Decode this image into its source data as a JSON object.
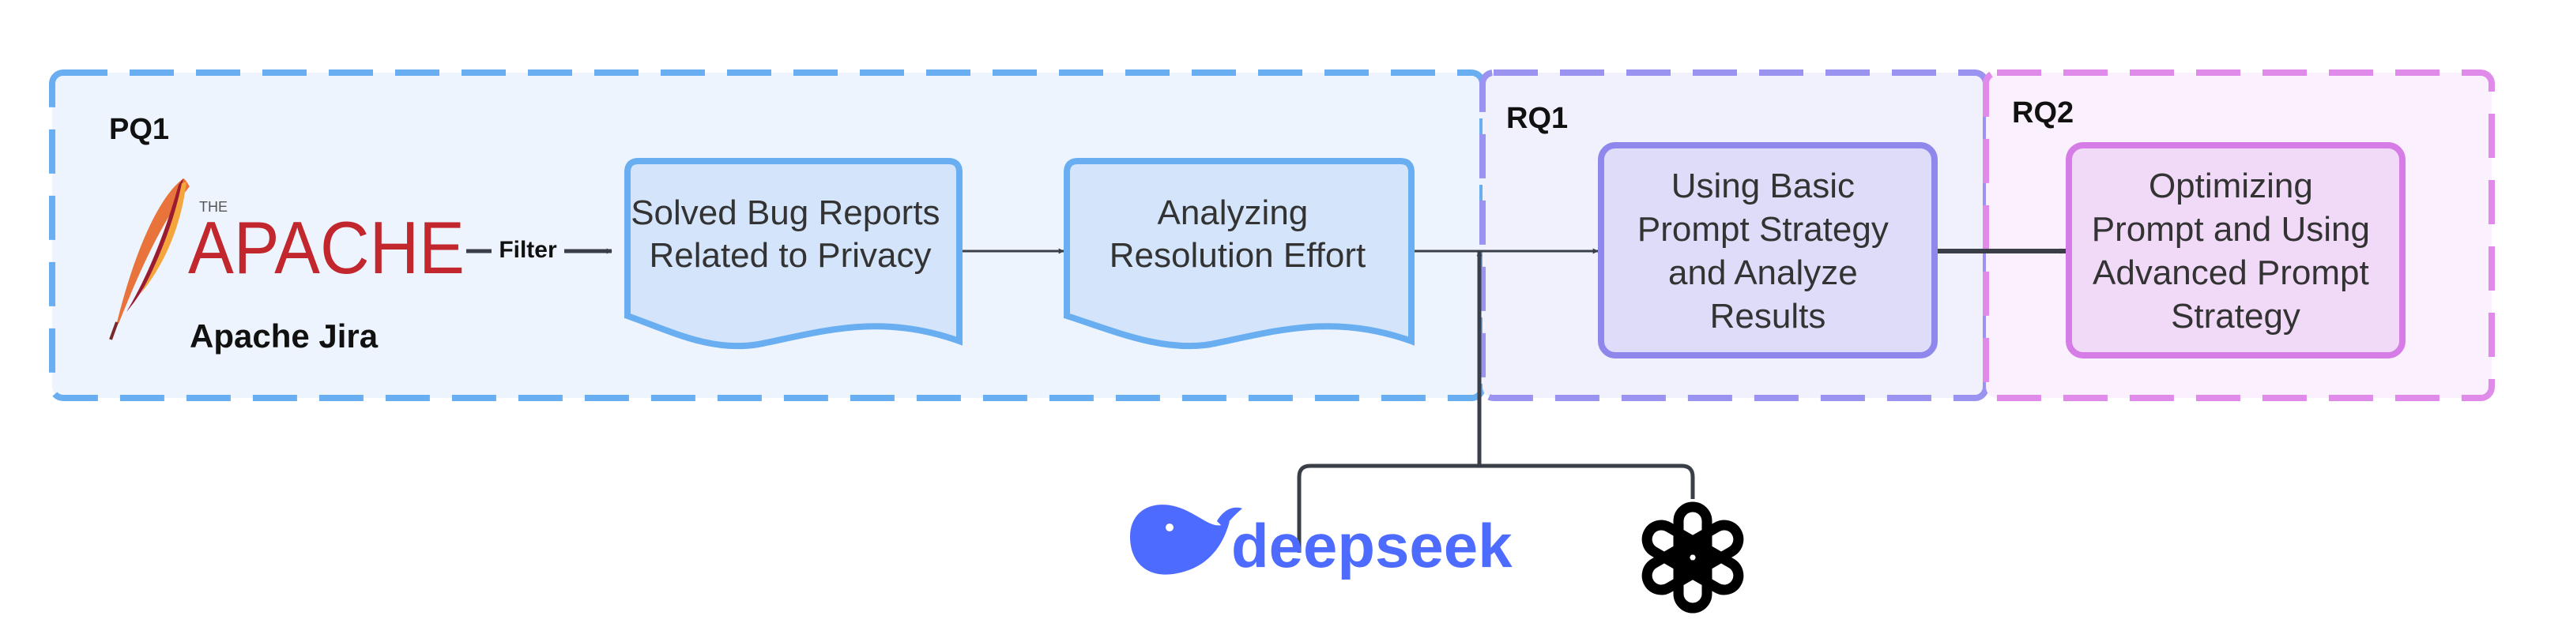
{
  "phases": {
    "pq1": {
      "label": "PQ1",
      "fill": "#EEF4FD",
      "stroke": "#6AAEF2"
    },
    "rq1": {
      "label": "RQ1",
      "fill": "#F1F0FD",
      "stroke": "#9A93F0"
    },
    "rq2": {
      "label": "RQ2",
      "fill": "#FBF0FD",
      "stroke": "#E08BEA"
    }
  },
  "source": {
    "logo": "apache-feather-logo",
    "logo_small": "THE",
    "logo_text": "APACHE",
    "caption": "Apache Jira",
    "logo_color": "#C1272D"
  },
  "edges": {
    "filter_label": "Filter"
  },
  "steps": {
    "bug_reports": {
      "lines": [
        "Solved Bug Reports",
        "Related to Privacy"
      ],
      "fill": "#D4E5FB",
      "stroke": "#6AAEF2"
    },
    "resolution_effort": {
      "lines": [
        "Analyzing",
        "Resolution Effort"
      ],
      "fill": "#D4E5FB",
      "stroke": "#6AAEF2"
    },
    "basic_prompt": {
      "lines": [
        "Using Basic",
        "Prompt Strategy",
        "and Analyze",
        "Results"
      ],
      "fill": "#DEDCF8",
      "stroke": "#8F87EC"
    },
    "advanced_prompt": {
      "lines": [
        "Optimizing",
        "Prompt and Using",
        "Advanced Prompt",
        "Strategy"
      ],
      "fill": "#F1D9F8",
      "stroke": "#D67CE6"
    }
  },
  "models": {
    "deepseek": {
      "text": "deepseek",
      "icon": "deepseek-whale-icon",
      "color": "#4D6BFE"
    },
    "openai": {
      "icon": "openai-logo-icon",
      "color": "#000000"
    }
  }
}
